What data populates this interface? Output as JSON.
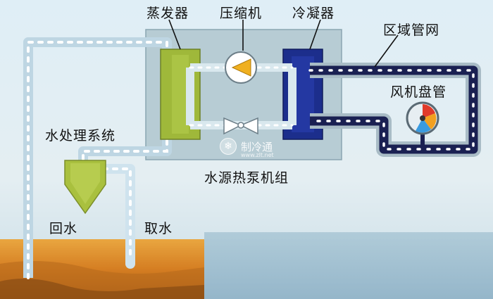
{
  "labels": {
    "evaporator": "蒸发器",
    "compressor": "压缩机",
    "condenser": "冷凝器",
    "zone_network": "区域管网",
    "fan_coil": "风机盘管",
    "water_treatment": "水处理系统",
    "heat_pump_unit": "水源热泵机组",
    "return_water": "回水",
    "intake_water": "取水"
  },
  "watermark": {
    "text": "制冷通",
    "url": "www.zlt.net"
  },
  "colors": {
    "sky_top": "#dfeef6",
    "ground": "#d9882a",
    "unit_box": "#b7ccd4",
    "evaporator": "#9fb83a",
    "condenser": "#1c2e8c",
    "pipe_light": "#cfe3ee",
    "pipe_dark": "#1a2052",
    "compressor": "#f0b020"
  }
}
